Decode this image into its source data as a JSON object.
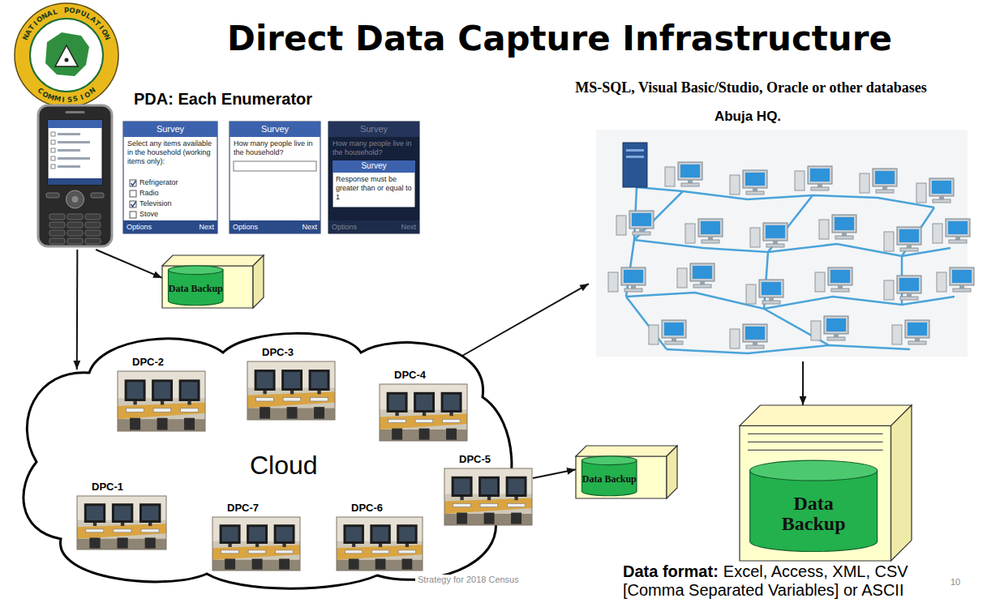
{
  "diagram": {
    "title": "Direct Data Capture Infrastructure",
    "nodes": [
      {
        "text": [
          "PDA: Each Enumerator"
        ]
      },
      {
        "text": [
          "Data Backup"
        ]
      },
      {
        "text": [
          "Cloud"
        ]
      },
      {
        "text": [
          "DPC-2"
        ],
        "in": 2
      },
      {
        "text": [
          "DPC-3"
        ],
        "in": 2
      },
      {
        "text": [
          "DPC-4"
        ],
        "in": 2
      },
      {
        "text": [
          "DPC-5"
        ],
        "in": 2
      },
      {
        "text": [
          "DPC-1"
        ],
        "in": 2
      },
      {
        "text": [
          "DPC-7"
        ],
        "in": 2
      },
      {
        "text": [
          "DPC-6"
        ],
        "in": 2
      },
      {
        "text": [
          "Data Backup"
        ]
      },
      {
        "text": [
          "MS-SQL, Visual Basic/Studio, Oracle or other databases",
          "Abuja HQ."
        ]
      },
      {
        "text": [
          "Data Backup"
        ]
      }
    ],
    "edges": [
      {
        "from": 0,
        "to": 1,
        "arrow": "to"
      },
      {
        "from": 0,
        "to": 2,
        "arrow": "to"
      },
      {
        "from": 2,
        "to": 11,
        "arrow": "to"
      },
      {
        "from": 6,
        "to": 10,
        "arrow": "to"
      },
      {
        "from": 11,
        "to": 12,
        "arrow": "to"
      }
    ],
    "labels": [
      "NATIONAL POPULATION",
      "COMMISSION",
      "Survey",
      "Select any items available in the household (working items only):",
      "Refrigerator",
      "Radio",
      "Television",
      "Stove",
      "Options",
      "Next",
      "Survey",
      "How many people live in the household?",
      "Options",
      "Next",
      "Survey",
      "How many people live in the household?",
      "Survey",
      "Response must be greater than or equal to 1",
      "Options",
      "Next",
      "Strategy for 2018 Census",
      "Data format:",
      "Excel, Access, XML, CSV [Comma Separated Variables] or ASCII",
      "10"
    ]
  }
}
